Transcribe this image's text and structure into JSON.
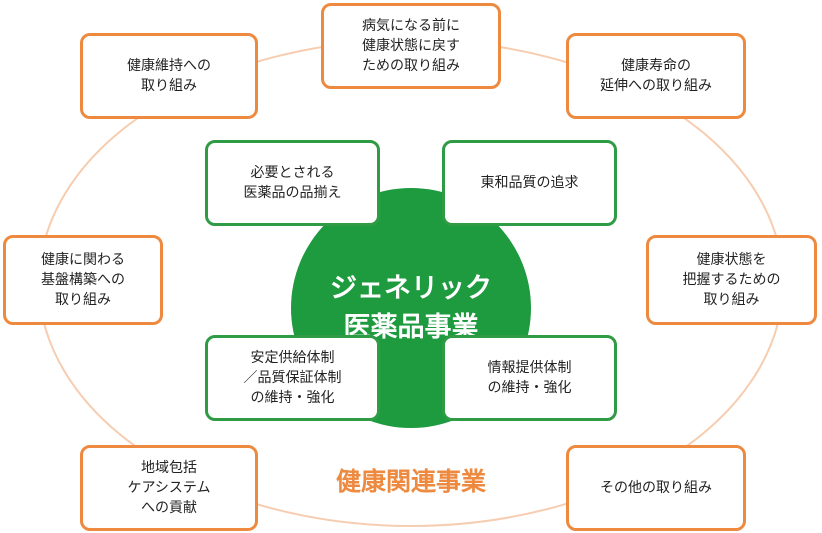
{
  "colors": {
    "orange": "#ee8a3f",
    "green": "#2f9c45",
    "center_fill": "#1e9a3f",
    "ring": "#f6cdb0"
  },
  "center": {
    "label": "ジェネリック\n医薬品事業"
  },
  "footer": {
    "label": "健康関連事業"
  },
  "outer_boxes": {
    "top": "病気になる前に\n健康状態に戻す\nための取り組み",
    "top_left": "健康維持への\n取り組み",
    "top_right": "健康寿命の\n延伸への取り組み",
    "mid_left": "健康に関わる\n基盤構築への\n取り組み",
    "mid_right": "健康状態を\n把握するための\n取り組み",
    "bottom_left": "地域包括\nケアシステム\nへの貢献",
    "bottom_right": "その他の取り組み"
  },
  "inner_boxes": {
    "top_left": "必要とされる\n医薬品の品揃え",
    "top_right": "東和品質の追求",
    "bottom_left": "安定供給体制\n／品質保証体制\nの維持・強化",
    "bottom_right": "情報提供体制\nの維持・強化"
  }
}
